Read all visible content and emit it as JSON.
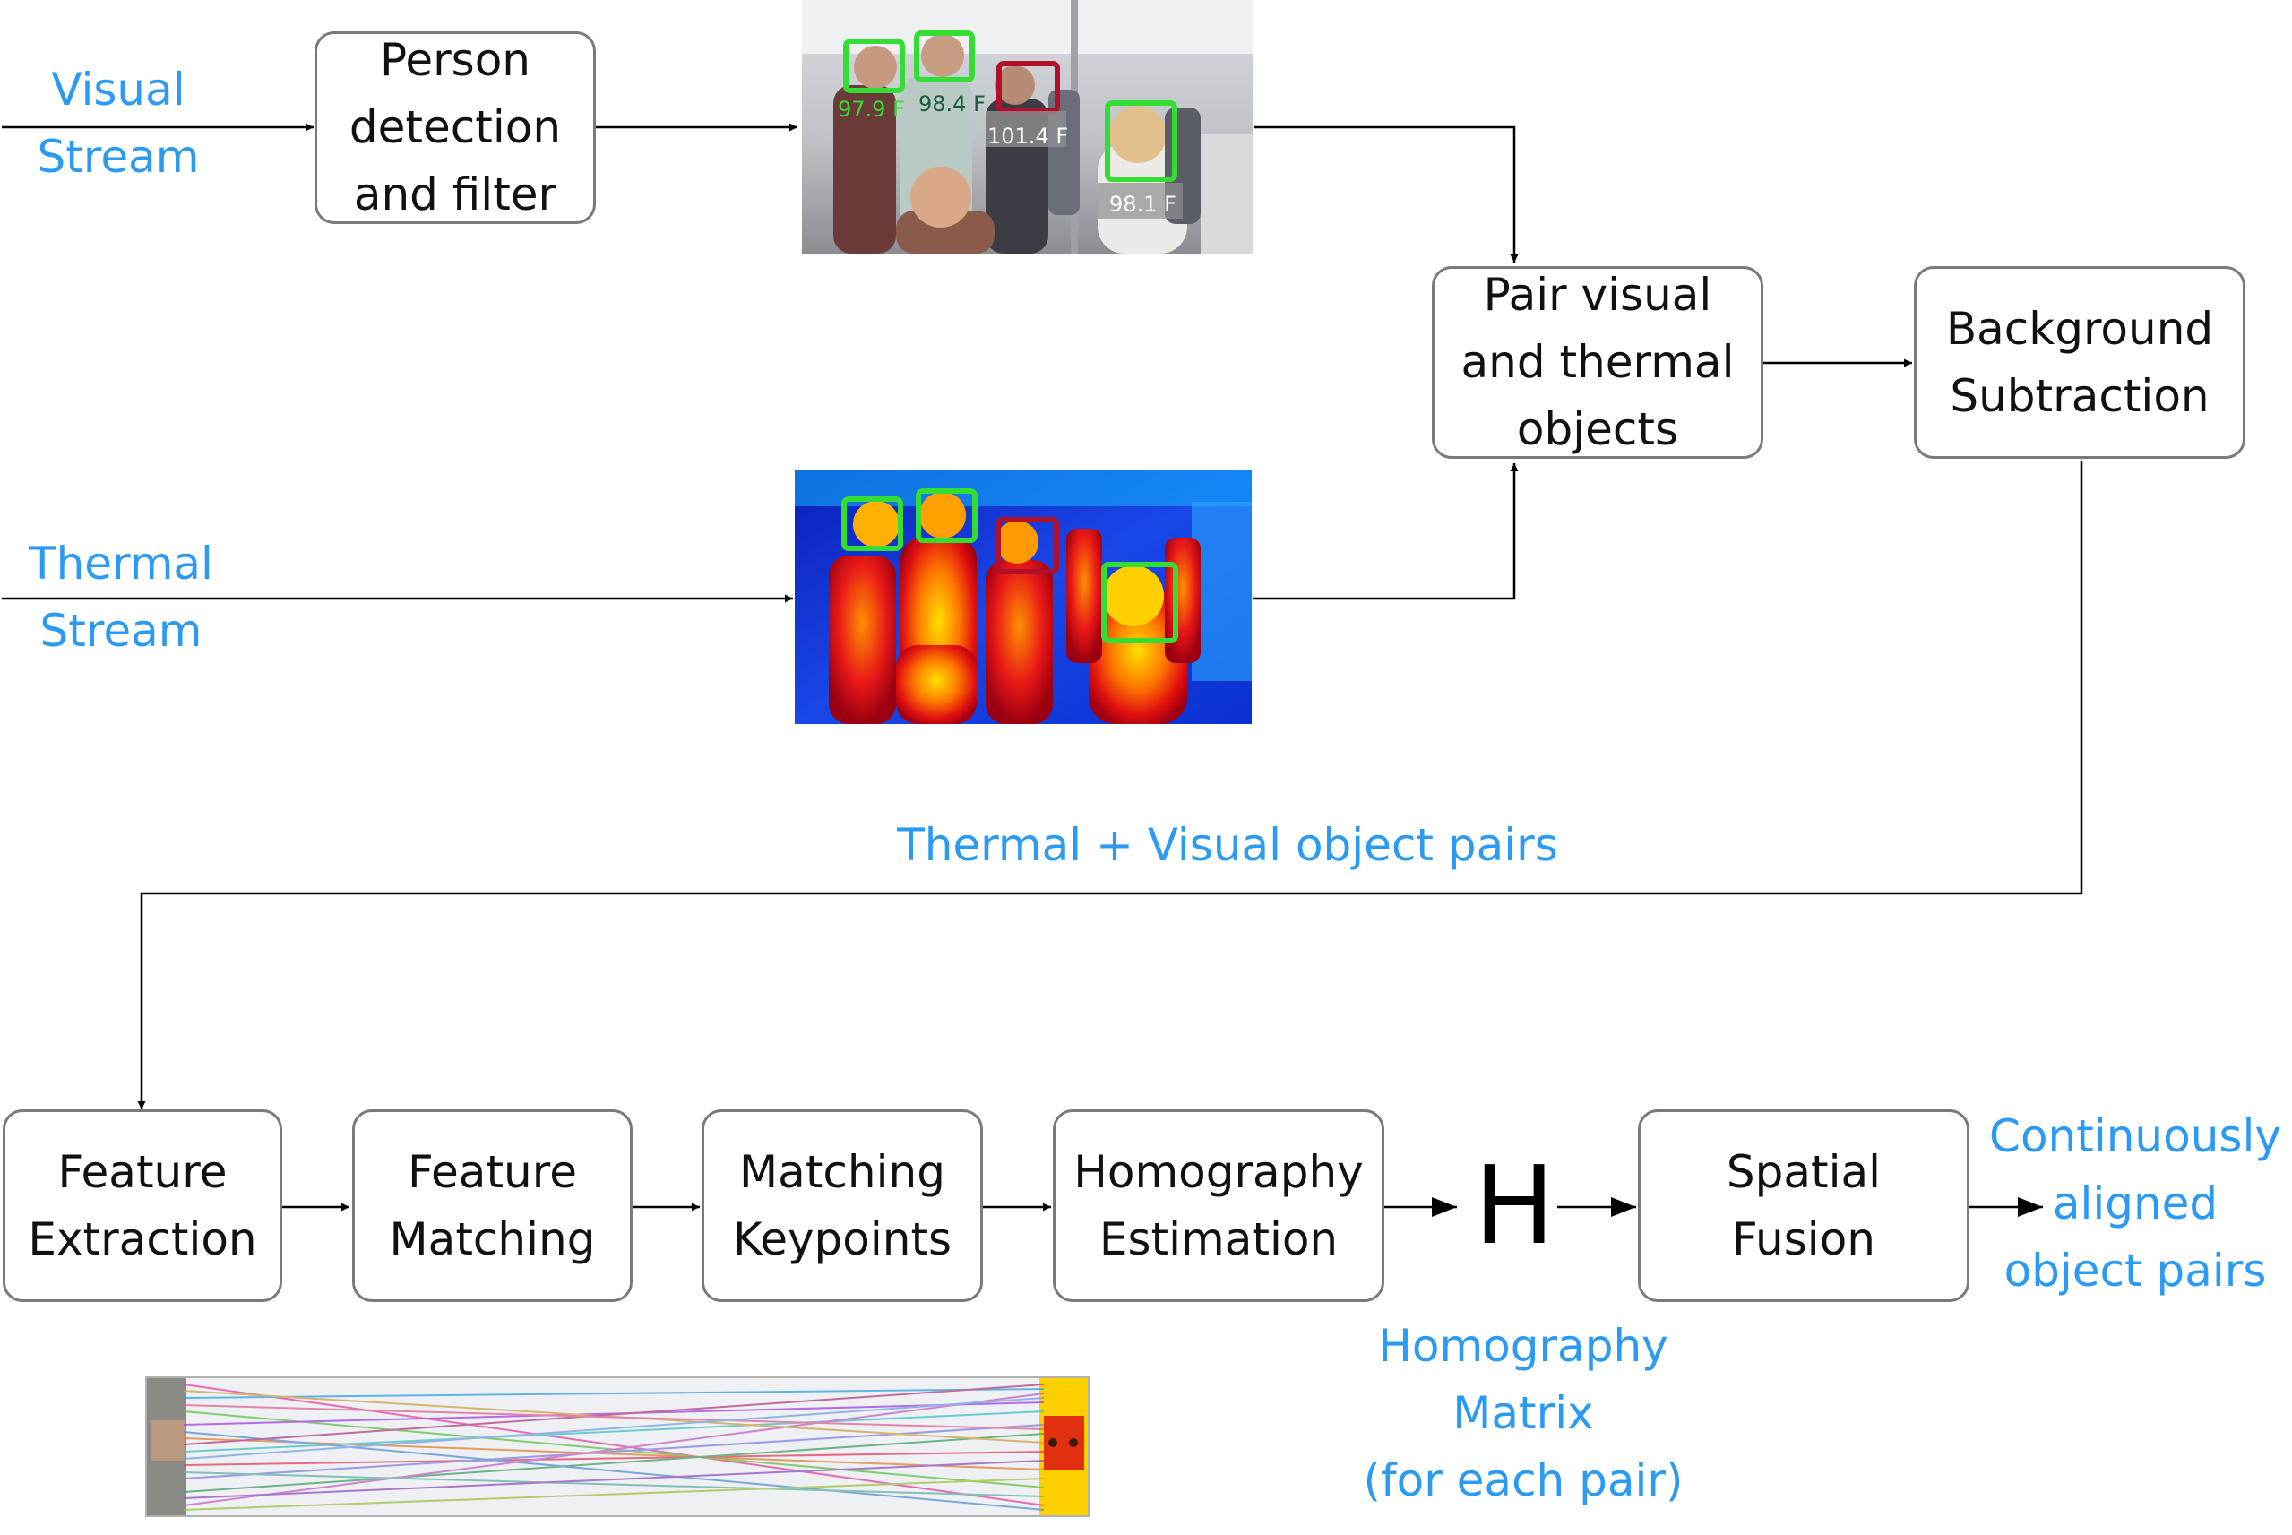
{
  "colors": {
    "label_blue": "#2b9af3",
    "box_border": "#7a7a7a",
    "arrow": "#000000",
    "detect_green": "#33dd33",
    "detect_red": "#b0102a"
  },
  "inputs": {
    "visual": "Visual\nStream",
    "thermal": "Thermal\nStream"
  },
  "boxes": {
    "person_detection": "Person\ndetection\nand filter",
    "pair_objects": "Pair visual\nand thermal\nobjects",
    "background_subtraction": "Background\nSubtraction",
    "feature_extraction": "Feature\nExtraction",
    "feature_matching": "Feature\nMatching",
    "matching_keypoints": "Matching\nKeypoints",
    "homography_estimation": "Homography\nEstimation",
    "spatial_fusion": "Spatial\nFusion"
  },
  "labels": {
    "object_pairs": "Thermal + Visual object pairs",
    "homography_symbol": "H",
    "homography_matrix": "Homography\nMatrix\n(for each pair)",
    "output": "Continuously\naligned\nobject pairs"
  },
  "visual_image": {
    "temps": [
      "97.9 F",
      "98.4 F",
      "101.4 F",
      "98.1 F"
    ]
  }
}
